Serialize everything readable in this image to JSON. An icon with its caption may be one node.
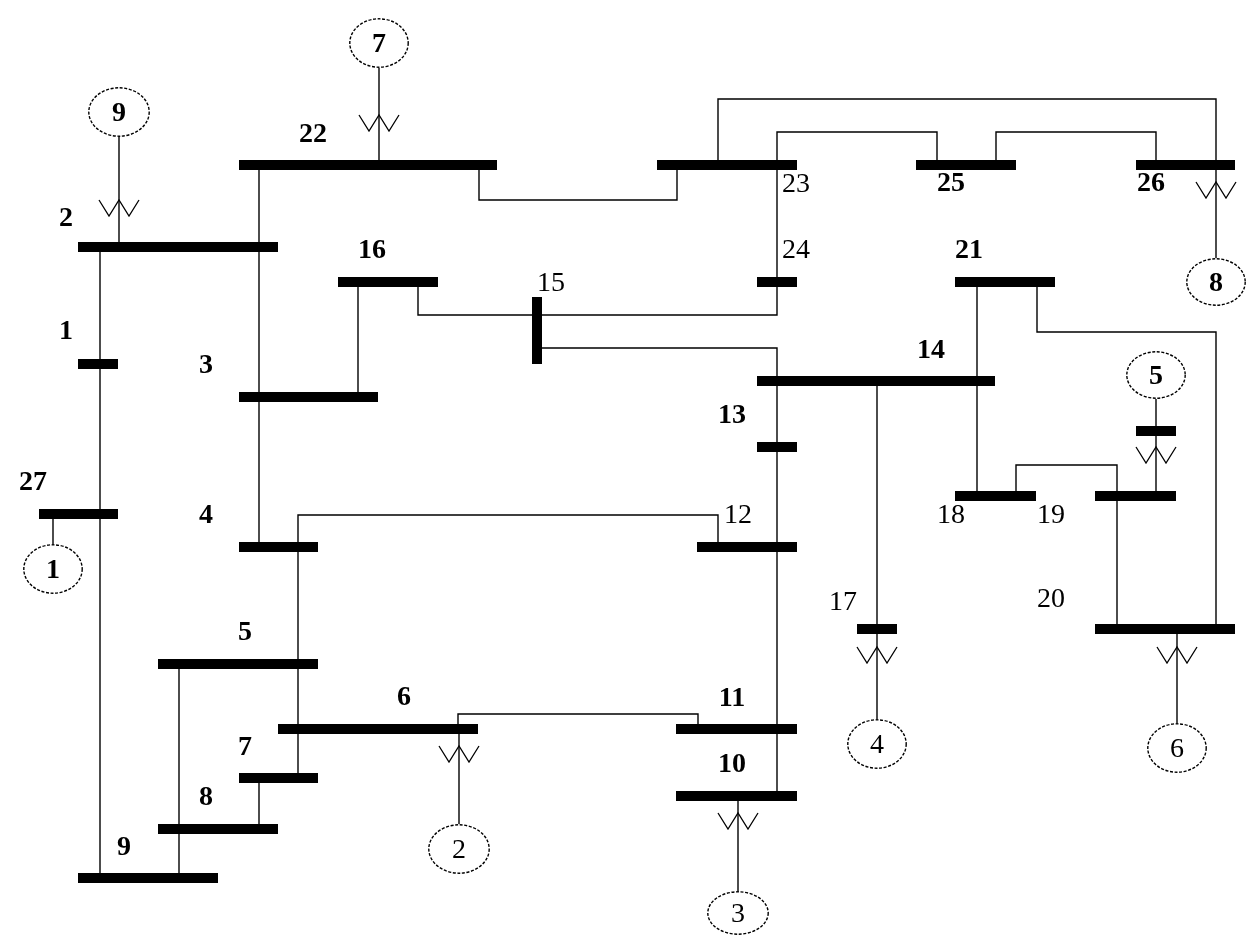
{
  "diagram": {
    "nodes": [
      {
        "text": [
          "7"
        ]
      },
      {
        "text": [
          "9"
        ]
      },
      {
        "text": [],
        "shape": "bar",
        "beside": [
          "22"
        ]
      },
      {
        "text": [],
        "shape": "bar",
        "beside": [
          "23"
        ]
      },
      {
        "text": [],
        "shape": "bar",
        "beside": [
          "25"
        ]
      },
      {
        "text": [],
        "shape": "bar",
        "beside": [
          "26"
        ]
      },
      {
        "text": [],
        "shape": "bar",
        "beside": [
          "2"
        ]
      },
      {
        "text": [],
        "shape": "bar",
        "beside": [
          "16"
        ]
      },
      {
        "text": [],
        "shape": "bar",
        "beside": [
          "24"
        ]
      },
      {
        "text": [],
        "shape": "bar",
        "beside": [
          "21"
        ]
      },
      {
        "text": [
          "8"
        ]
      },
      {
        "text": [],
        "shape": "bar",
        "beside": [
          "15"
        ]
      },
      {
        "text": [],
        "shape": "bar",
        "beside": [
          "1"
        ]
      },
      {
        "text": [
          "5"
        ]
      },
      {
        "text": [],
        "shape": "bar",
        "beside": [
          "3"
        ]
      },
      {
        "text": [],
        "shape": "bar",
        "beside": [
          "14"
        ]
      },
      {
        "text": [],
        "shape": "bar"
      },
      {
        "text": [],
        "shape": "bar",
        "beside": [
          "13"
        ]
      },
      {
        "text": [],
        "shape": "bar",
        "beside": [
          "27"
        ]
      },
      {
        "text": [],
        "shape": "bar",
        "beside": [
          "18"
        ]
      },
      {
        "text": [],
        "shape": "bar"
      },
      {
        "text": [],
        "shape": "bar",
        "beside": [
          "4"
        ]
      },
      {
        "text": [],
        "shape": "bar",
        "beside": [
          "12"
        ]
      },
      {
        "text": [
          "1"
        ]
      },
      {
        "text": [],
        "shape": "bar",
        "beside": [
          "17"
        ]
      },
      {
        "text": [],
        "shape": "bar",
        "beside": [
          "20"
        ]
      },
      {
        "text": [],
        "shape": "bar",
        "beside": [
          "5"
        ]
      },
      {
        "text": [],
        "shape": "bar",
        "beside": [
          "6"
        ]
      },
      {
        "text": [],
        "shape": "bar",
        "beside": [
          "11"
        ]
      },
      {
        "text": [
          "4"
        ]
      },
      {
        "text": [
          "6"
        ]
      },
      {
        "text": [],
        "shape": "bar",
        "beside": [
          "7"
        ]
      },
      {
        "text": [],
        "shape": "bar",
        "beside": [
          "10"
        ]
      },
      {
        "text": [],
        "shape": "bar",
        "beside": [
          "8"
        ]
      },
      {
        "text": [
          "2"
        ]
      },
      {
        "text": [],
        "shape": "bar",
        "beside": [
          "9"
        ]
      },
      {
        "text": [
          "3"
        ]
      }
    ],
    "edges": [
      {
        "from": 0,
        "to": 2,
        "arrow": "none"
      },
      {
        "from": 1,
        "to": 6,
        "arrow": "none"
      },
      {
        "from": 2,
        "to": 3,
        "arrow": "none"
      },
      {
        "from": 3,
        "to": 4,
        "arrow": "none"
      },
      {
        "from": 3,
        "to": 5,
        "arrow": "none"
      },
      {
        "from": 4,
        "to": 5,
        "arrow": "none"
      },
      {
        "from": 5,
        "to": 10,
        "arrow": "none"
      },
      {
        "from": 2,
        "to": 6,
        "arrow": "none"
      },
      {
        "from": 6,
        "to": 12,
        "arrow": "none"
      },
      {
        "from": 6,
        "to": 14,
        "arrow": "none"
      },
      {
        "from": 3,
        "to": 8,
        "arrow": "none"
      },
      {
        "from": 7,
        "to": 14,
        "arrow": "none"
      },
      {
        "from": 7,
        "to": 11,
        "arrow": "none"
      },
      {
        "from": 11,
        "to": 8,
        "arrow": "none"
      },
      {
        "from": 11,
        "to": 15,
        "arrow": "none"
      },
      {
        "from": 9,
        "to": 15,
        "arrow": "none"
      },
      {
        "from": 9,
        "to": 25,
        "arrow": "none"
      },
      {
        "from": 13,
        "to": 16,
        "arrow": "none"
      },
      {
        "from": 16,
        "to": 20,
        "arrow": "none"
      },
      {
        "from": 12,
        "to": 18,
        "arrow": "none"
      },
      {
        "from": 14,
        "to": 21,
        "arrow": "none"
      },
      {
        "from": 15,
        "to": 17,
        "arrow": "none"
      },
      {
        "from": 15,
        "to": 19,
        "arrow": "none"
      },
      {
        "from": 15,
        "to": 24,
        "arrow": "none"
      },
      {
        "from": 19,
        "to": 20,
        "arrow": "none"
      },
      {
        "from": 20,
        "to": 25,
        "arrow": "none"
      },
      {
        "from": 17,
        "to": 22,
        "arrow": "none"
      },
      {
        "from": 18,
        "to": 23,
        "arrow": "none"
      },
      {
        "from": 18,
        "to": 35,
        "arrow": "none"
      },
      {
        "from": 21,
        "to": 22,
        "arrow": "none"
      },
      {
        "from": 21,
        "to": 26,
        "arrow": "none"
      },
      {
        "from": 22,
        "to": 28,
        "arrow": "none"
      },
      {
        "from": 24,
        "to": 29,
        "arrow": "none"
      },
      {
        "from": 25,
        "to": 30,
        "arrow": "none"
      },
      {
        "from": 26,
        "to": 27,
        "arrow": "none"
      },
      {
        "from": 26,
        "to": 33,
        "arrow": "none"
      },
      {
        "from": 27,
        "to": 28,
        "arrow": "none"
      },
      {
        "from": 27,
        "to": 31,
        "arrow": "none"
      },
      {
        "from": 27,
        "to": 34,
        "arrow": "none"
      },
      {
        "from": 28,
        "to": 32,
        "arrow": "none"
      },
      {
        "from": 32,
        "to": 36,
        "arrow": "none"
      },
      {
        "from": 31,
        "to": 33,
        "arrow": "none"
      },
      {
        "from": 33,
        "to": 35,
        "arrow": "none"
      }
    ],
    "labels": [
      "19"
    ]
  }
}
